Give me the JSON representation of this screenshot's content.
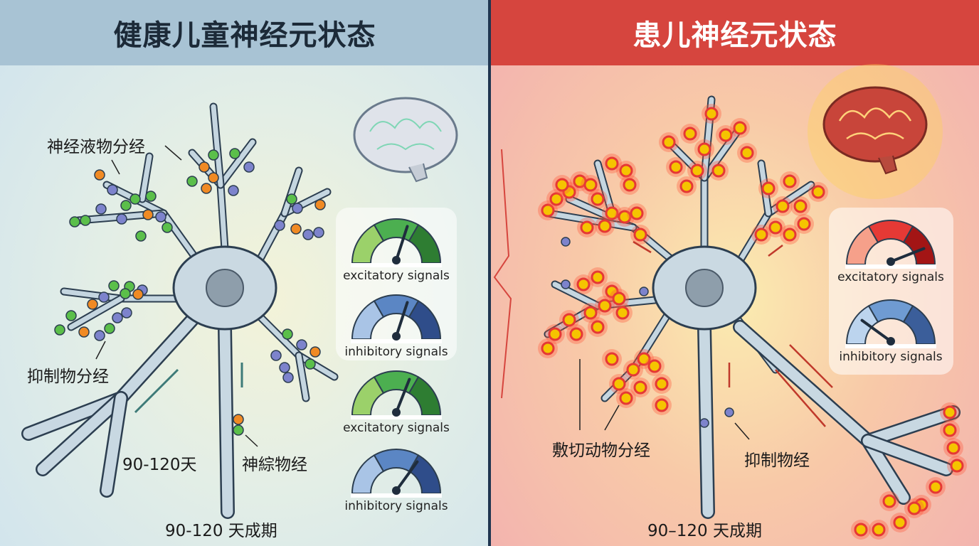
{
  "left": {
    "title": "健康儿童神经元状态",
    "labels": {
      "neurotransmitter": "神经液物分经",
      "inhibitor": "抑制物分经",
      "days": "90-120天",
      "axon_label": "神綜物经",
      "period": "90-120 天成期"
    },
    "gauges": [
      {
        "label": "excitatory signals",
        "type": "excitatory",
        "level": 0.6
      },
      {
        "label": "inhibitory signals",
        "type": "inhibitory",
        "level": 0.6
      },
      {
        "label": "excitatory signals",
        "type": "excitatory",
        "level": 0.62
      },
      {
        "label": "inhibitory signals",
        "type": "inhibitory",
        "level": 0.7
      }
    ]
  },
  "right": {
    "title": "患儿神经元状态",
    "labels": {
      "excitatory_cluster": "敷切动物分经",
      "inhibitor": "抑制物经",
      "period": "90–120 天成期"
    },
    "gauges": [
      {
        "label": "excitatory signals",
        "type": "excitatory-high",
        "level": 0.88
      },
      {
        "label": "inhibitory signals",
        "type": "inhibitory-low",
        "level": 0.2
      }
    ]
  },
  "colors": {
    "healthy_header": "#a8c3d4",
    "patient_header": "#d6453e",
    "excitatory_green": "#4caf50",
    "inhibitory_blue": "#4a6fb0",
    "alert_red": "#e53935"
  }
}
